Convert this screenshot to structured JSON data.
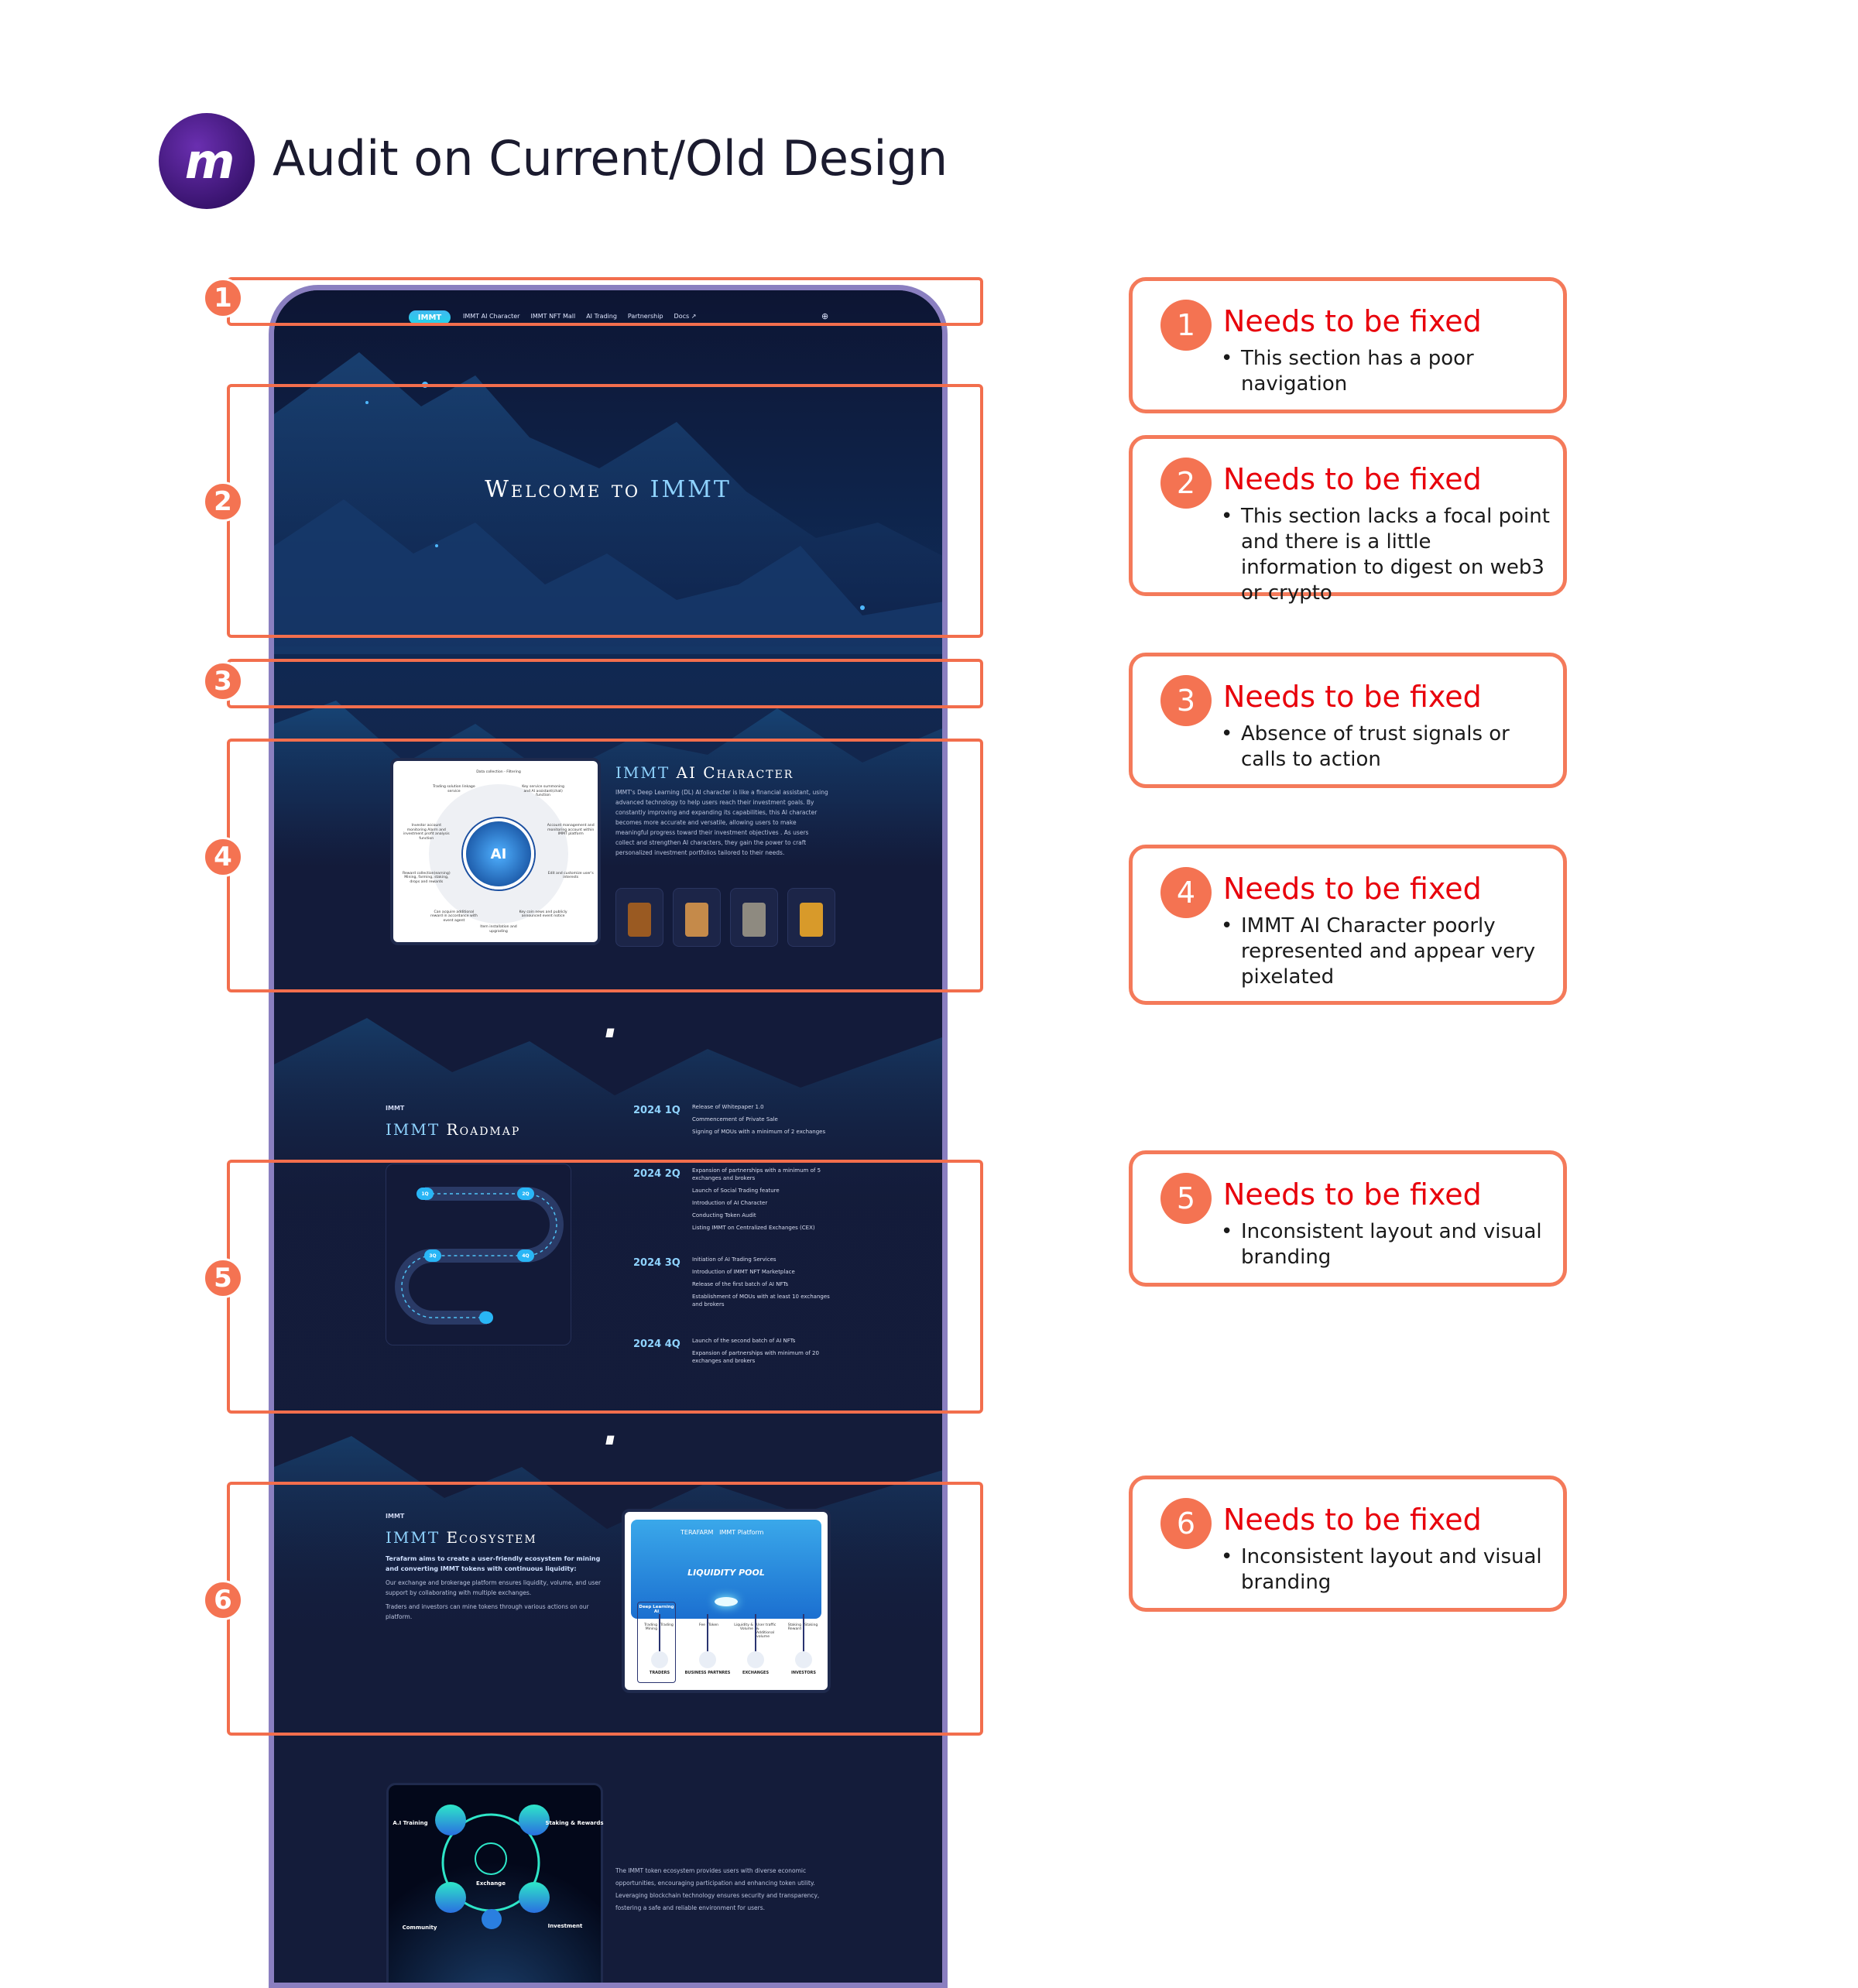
{
  "header": {
    "logo_text": "m",
    "title": "Audit on Current/Old Design"
  },
  "site": {
    "nav": {
      "brand": "IMMT",
      "items": [
        "IMMT AI Character",
        "IMMT NFT Mall",
        "AI Trading",
        "Partnership",
        "Docs ↗"
      ],
      "globe_icon": "globe-icon"
    },
    "hero": {
      "title_a": "Welcome to ",
      "title_b": "IMMT"
    },
    "ai": {
      "title_a": "IMMT",
      "title_b": " AI Character",
      "body": "IMMT's Deep Learning (DL) AI character is like a financial assistant, using advanced technology to help users reach their investment goals. By constantly improving and expanding its capabilities, this AI character becomes more accurate and versatile, allowing users to make meaningful progress toward their investment objectives . As users collect and strengthen AI characters, they gain the power to craft personalized investment portfolios tailored to their needs.",
      "diagram_center": "AI",
      "diagram_labels": [
        "Data collection - Filtering",
        "Key service summoning and AI assistant(chat) function",
        "Account management and monitoring account within IMMT platform",
        "Edit and customize user's interests",
        "Key coin news and publicly announced event notice",
        "Item installation and upgrading",
        "Can acquire additional reward in accordance with event agent",
        "Reward collection(earning) Mining, farming, staking, drops and rewards",
        "Investor account monitoring Alarm and investment profit analysis function",
        "Trading solution linkage service"
      ]
    },
    "roadmap": {
      "eyebrow": "IMMT",
      "title_a": "IMMT",
      "title_b": " Roadmap",
      "nodes": [
        "1Q",
        "2Q",
        "3Q",
        "4Q"
      ],
      "quarters": [
        {
          "q": "2024 1Q",
          "items": [
            "Release of Whitepaper 1.0",
            "Commencement of Private Sale",
            "Signing of MOUs with a minimum of 2 exchanges"
          ]
        },
        {
          "q": "2024 2Q",
          "items": [
            "Expansion of partnerships with a minimum of 5 exchanges and brokers",
            "Launch of Social Trading feature",
            "Introduction of AI Character",
            "Conducting Token Audit",
            "Listing IMMT on Centralized Exchanges (CEX)"
          ]
        },
        {
          "q": "2024 3Q",
          "items": [
            "Initiation of AI Trading Services",
            "Introduction of IMMT NFT Marketplace",
            "Release of the first batch of AI NFTs",
            "Establishment of MOUs with at least 10 exchanges and brokers"
          ]
        },
        {
          "q": "2024 4Q",
          "items": [
            "Launch of the second batch of AI NFTs",
            "Expansion of partnerships with minimum of 20 exchanges and brokers"
          ]
        }
      ]
    },
    "ecosystem": {
      "eyebrow": "IMMT",
      "title_a": "IMMT",
      "title_b": " Ecosystem",
      "lead": "Terafarm aims to create a user-friendly ecosystem for mining and converting IMMT tokens with continuous liquidity:",
      "p1": "Our exchange and brokerage platform ensures liquidity, volume, and user support by collaborating with multiple exchanges.",
      "p2": "Traders and investors can mine tokens through various actions on our platform.",
      "diagram": {
        "brand1": "TERAFARM",
        "brand2": "IMMT Platform",
        "pool": "LIQUIDITY POOL",
        "dl": "Deep Learning AI",
        "groups": [
          {
            "name": "TRADERS",
            "l": "Trading Mining",
            "r": "Trading"
          },
          {
            "name": "BUSINESS PARTNRES",
            "l": "Fee",
            "r": "Token"
          },
          {
            "name": "EXCHANGES",
            "l": "Liquidity & Volume",
            "r": "User traffic & Additional volume"
          },
          {
            "name": "INVESTORS",
            "l": "Staking Reward",
            "r": "Staking"
          }
        ]
      }
    },
    "token": {
      "body": "The IMMT token ecosystem provides users with diverse economic opportunities, encouraging participation and enhancing token utility. Leveraging blockchain technology ensures security and transparency, fostering a safe and reliable environment for users.",
      "diagram": {
        "ai": "A.I Training",
        "staking": "Staking & Rewards",
        "exchange": "Exchange",
        "community": "Community",
        "investment": "Investment"
      }
    }
  },
  "notes": [
    {
      "n": "1",
      "title": "Needs to be fixed",
      "text": "This section has a poor navigation"
    },
    {
      "n": "2",
      "title": "Needs to be fixed",
      "text": "This section lacks a focal point and there is a little information to digest on web3 or crypto"
    },
    {
      "n": "3",
      "title": "Needs to be fixed",
      "text": "Absence of trust signals or calls to action"
    },
    {
      "n": "4",
      "title": "Needs to be fixed",
      "text": "IMMT AI Character poorly represented and appear very pixelated"
    },
    {
      "n": "5",
      "title": "Needs to be fixed",
      "text": "Inconsistent layout and visual branding"
    },
    {
      "n": "6",
      "title": "Needs to be fixed",
      "text": "Inconsistent layout and visual branding"
    }
  ],
  "colors": {
    "accent": "#f47352",
    "alert": "#e8000b",
    "navy": "#141c3a",
    "frame": "#8a7fc0"
  }
}
